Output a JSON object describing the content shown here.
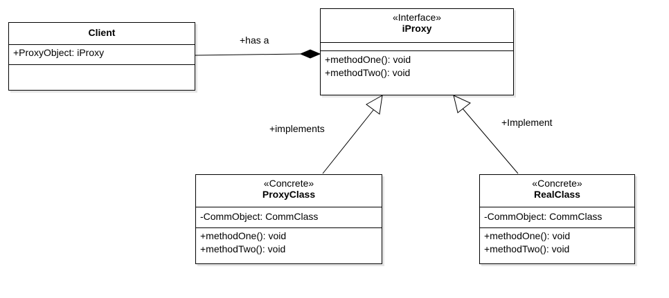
{
  "client": {
    "name": "Client",
    "attributes": [
      "+ProxyObject: iProxy"
    ],
    "methods": []
  },
  "iproxy": {
    "stereotype": "«Interface»",
    "name": "iProxy",
    "attributes": [],
    "methods": [
      "+methodOne(): void",
      "+methodTwo(): void"
    ]
  },
  "proxyclass": {
    "stereotype": "«Concrete»",
    "name": "ProxyClass",
    "attributes": [
      "-CommObject: CommClass"
    ],
    "methods": [
      "+methodOne(): void",
      "+methodTwo(): void"
    ]
  },
  "realclass": {
    "stereotype": "«Concrete»",
    "name": "RealClass",
    "attributes": [
      "-CommObject: CommClass"
    ],
    "methods": [
      "+methodOne(): void",
      "+methodTwo(): void"
    ]
  },
  "relations": {
    "has_a": "+has a",
    "implements": "+implements",
    "implement": "+Implement"
  }
}
